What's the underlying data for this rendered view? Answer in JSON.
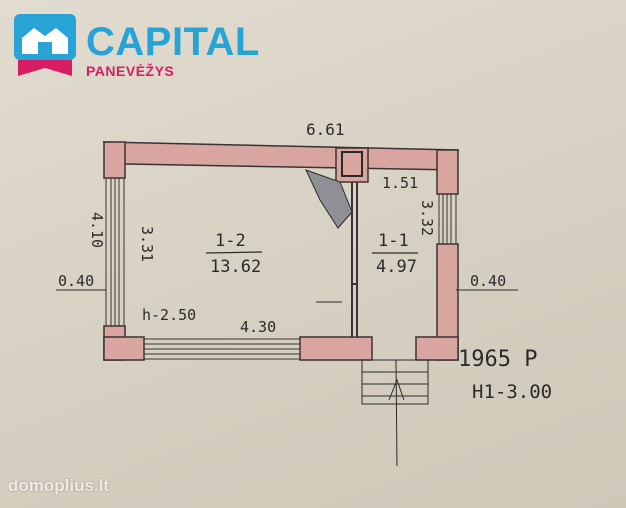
{
  "brand": {
    "name": "CAPITAL",
    "city": "PANEVĖŽYS",
    "primary_color": "#27a3d6",
    "accent_color": "#d71e62"
  },
  "plan": {
    "overall_width": "6.61",
    "left_room_width_dim": "4.10",
    "left_room_depth_dim": "3.31",
    "right_room_width_dim": "1.51",
    "right_room_depth_dim": "3.32",
    "left_wall_thickness": "0.40",
    "right_wall_thickness": "0.40",
    "window_height_note": "h-2.50",
    "bottom_wall_dim": "4.30",
    "rooms": [
      {
        "id": "1-2",
        "area": "13.62"
      },
      {
        "id": "1-1",
        "area": "4.97"
      }
    ],
    "year_note": "1965 P",
    "height_note": "H1-3.00",
    "stove_marker": "1",
    "wall_fill_color": "#d9a5a0"
  },
  "watermark": "domoplius.lt"
}
